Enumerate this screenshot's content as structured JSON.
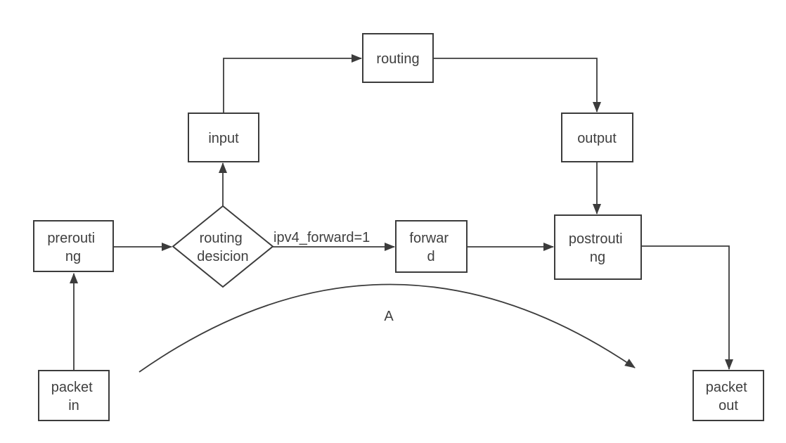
{
  "diagram": {
    "background_color": "#ffffff",
    "stroke_color": "#3c3c3c",
    "text_color": "#3f3f3f",
    "nodes": {
      "packet_in": {
        "label": "packet in",
        "line1": "packet",
        "line2": "in"
      },
      "prerouting": {
        "label": "prerouting",
        "line1": "prerouti",
        "line2": "ng"
      },
      "routing_decision": {
        "label": "routing desicion",
        "line1": "routing",
        "line2": "desicion"
      },
      "input": {
        "label": "input"
      },
      "routing": {
        "label": "routing"
      },
      "output": {
        "label": "output"
      },
      "forward": {
        "label": "forward",
        "line1": "forwar",
        "line2": "d"
      },
      "postrouting": {
        "label": "postrouting",
        "line1": "postrouti",
        "line2": "ng"
      },
      "packet_out": {
        "label": "packet out",
        "line1": "packet",
        "line2": "out"
      }
    },
    "edge_labels": {
      "forward_condition": "ipv4_forward=1",
      "arc_label": "A"
    }
  }
}
